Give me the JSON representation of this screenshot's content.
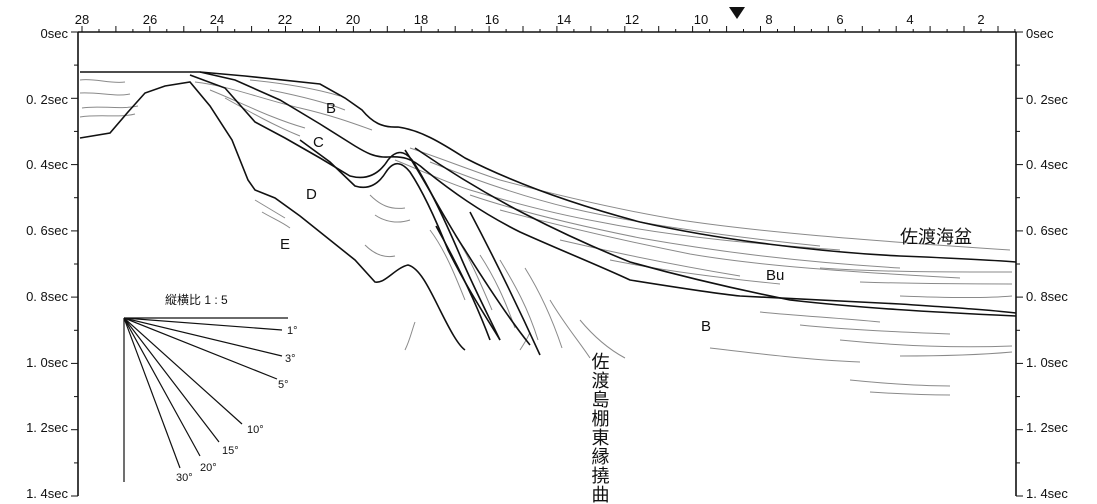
{
  "axes": {
    "top_ticks": [
      "28",
      "26",
      "24",
      "22",
      "20",
      "18",
      "16",
      "14",
      "12",
      "10",
      "8",
      "6",
      "4",
      "2"
    ],
    "left_labels": [
      "0sec",
      "0. 2sec",
      "0. 4sec",
      "0. 6sec",
      "0. 8sec",
      "1. 0sec",
      "1. 2sec",
      "1. 4sec"
    ],
    "right_labels": [
      "0sec",
      "0. 2sec",
      "0. 4sec",
      "0. 6sec",
      "0. 8sec",
      "1. 0sec",
      "1. 2sec",
      "1. 4sec"
    ]
  },
  "units": {
    "B_upper": "B",
    "C": "C",
    "D": "D",
    "E": "E",
    "Bu": "Bu",
    "B_lower": "B"
  },
  "place_labels": {
    "basin": "佐渡海盆",
    "flexure": "佐渡島棚東縁撓曲"
  },
  "scale_diagram": {
    "title": "縦横比 1 : 5",
    "angles": [
      "1°",
      "3°",
      "5°",
      "10°",
      "15°",
      "20°",
      "30°"
    ]
  },
  "marker": "▼"
}
